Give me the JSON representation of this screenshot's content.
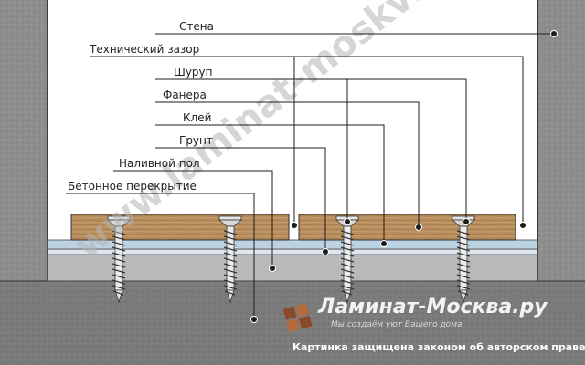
{
  "labels": {
    "wall": "Стена",
    "gap": "Технический зазор",
    "screw": "Шуруп",
    "plywood": "Фанера",
    "glue": "Клей",
    "primer": "Грунт",
    "self_leveling": "Наливной пол",
    "concrete_slab": "Бетонное перекрытие"
  },
  "watermark": "www.laminat-moskva.ru",
  "brand": {
    "name": "Ламинат-Москва.ру",
    "slogan": "Мы создаём уют Вашего дома"
  },
  "copyright": "Картинка защищена законом об авторском праве ©",
  "colors": {
    "wall": "#8f8f8f",
    "concrete": "#7c7c7c",
    "screed": "#b9b9b9",
    "primer": "#dfe6ee",
    "glue": "#bcd3e4",
    "plywood": "#b98f5f",
    "line": "#1c1c1c"
  }
}
